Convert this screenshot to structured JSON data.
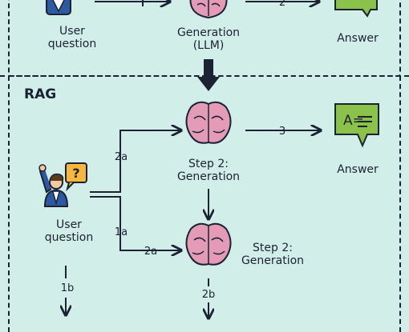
{
  "top_section": {
    "user_label": "User\nquestion",
    "generation_label": "Generation\n(LLM)",
    "answer_label": "Answer",
    "edge_2_label": "2"
  },
  "rag_section": {
    "title": "RAG",
    "step2_top_label": "Step 2:\nGeneration",
    "step2_bottom_label": "Step 2:\nGeneration",
    "answer_label": "Answer",
    "user_label": "User\nquestion",
    "edge_3_label": "3",
    "edge_2a_top_label": "2a",
    "edge_1a_label": "1a",
    "edge_2a_bottom_label": "2a",
    "edge_1b_label": "1b",
    "edge_2b_label": "2b",
    "question_mark": "?",
    "answer_icon_text": "A="
  },
  "colors": {
    "background": "#d2eee9",
    "brain": "#e39bb6",
    "brain_outline": "#1b2233",
    "answer_bubble": "#8bc34a",
    "question_bubble": "#f6b73c",
    "ink": "#1b2233"
  }
}
